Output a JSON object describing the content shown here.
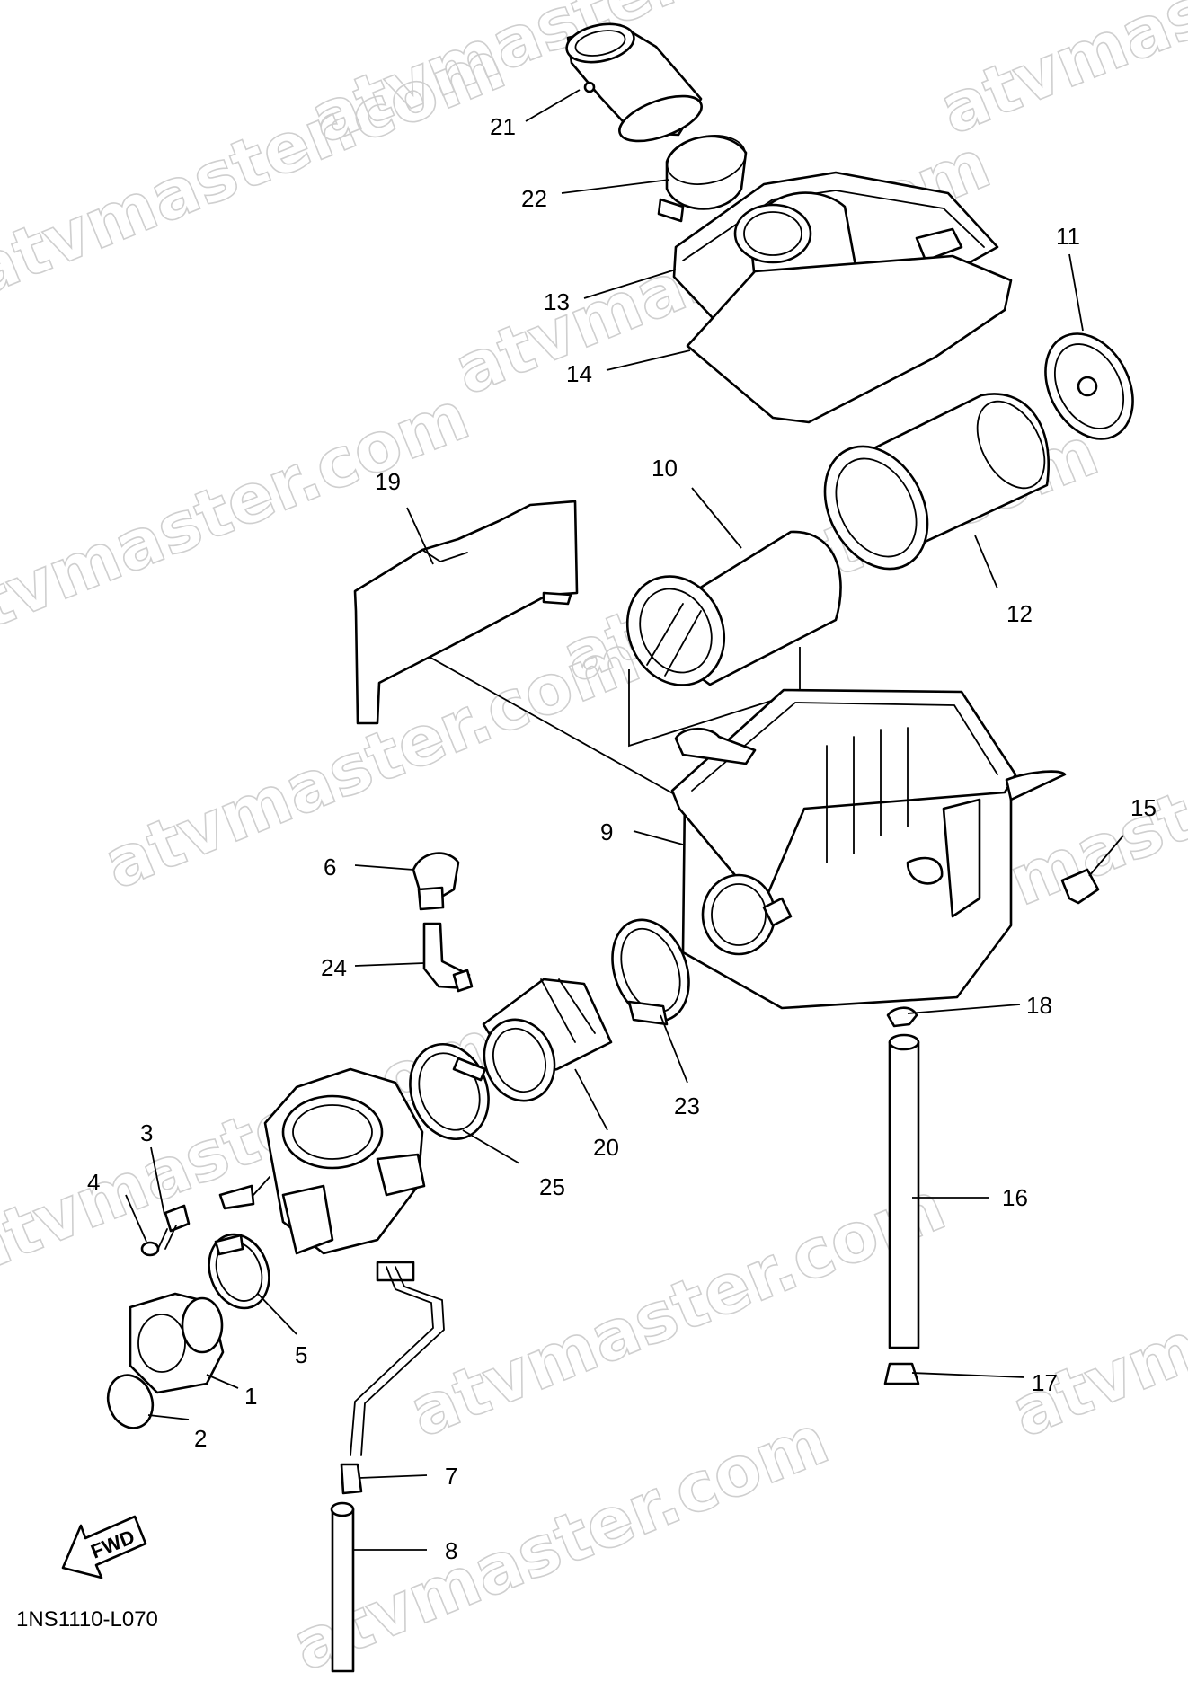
{
  "diagram_code": "1NS1110-L070",
  "fwd_label": "FWD",
  "watermark_text": "atvmaster.com",
  "colors": {
    "line": "#000000",
    "background": "#ffffff",
    "watermark": "#cfcfcf"
  },
  "callouts": [
    {
      "id": "1",
      "text": "1"
    },
    {
      "id": "2",
      "text": "2"
    },
    {
      "id": "3",
      "text": "3"
    },
    {
      "id": "4",
      "text": "4"
    },
    {
      "id": "5",
      "text": "5"
    },
    {
      "id": "6",
      "text": "6"
    },
    {
      "id": "7",
      "text": "7"
    },
    {
      "id": "8",
      "text": "8"
    },
    {
      "id": "9",
      "text": "9"
    },
    {
      "id": "10",
      "text": "10"
    },
    {
      "id": "11",
      "text": "11"
    },
    {
      "id": "12",
      "text": "12"
    },
    {
      "id": "13",
      "text": "13"
    },
    {
      "id": "14",
      "text": "14"
    },
    {
      "id": "15",
      "text": "15"
    },
    {
      "id": "16",
      "text": "16"
    },
    {
      "id": "17",
      "text": "17"
    },
    {
      "id": "18",
      "text": "18"
    },
    {
      "id": "19",
      "text": "19"
    },
    {
      "id": "20",
      "text": "20"
    },
    {
      "id": "21",
      "text": "21"
    },
    {
      "id": "22",
      "text": "22"
    },
    {
      "id": "23",
      "text": "23"
    },
    {
      "id": "24",
      "text": "24"
    },
    {
      "id": "25",
      "text": "25"
    }
  ]
}
